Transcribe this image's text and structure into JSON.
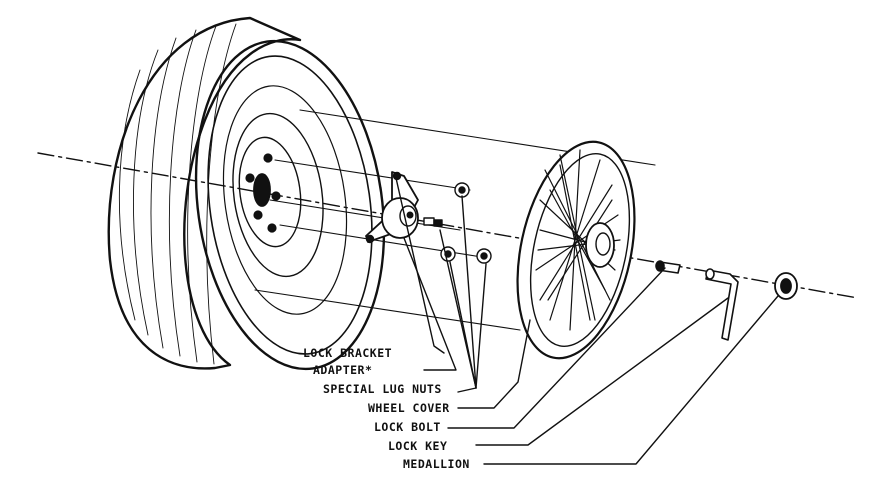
{
  "colors": {
    "ink": "#111111",
    "paper": "#ffffff"
  },
  "callouts": [
    {
      "id": "lock-bracket",
      "text": "LOCK BRACKET"
    },
    {
      "id": "adapter",
      "text": "ADAPTER*"
    },
    {
      "id": "special-lug-nuts",
      "text": "SPECIAL LUG NUTS"
    },
    {
      "id": "wheel-cover",
      "text": "WHEEL COVER"
    },
    {
      "id": "lock-bolt",
      "text": "LOCK BOLT"
    },
    {
      "id": "lock-key",
      "text": "LOCK KEY"
    },
    {
      "id": "medallion",
      "text": "MEDALLION"
    }
  ]
}
